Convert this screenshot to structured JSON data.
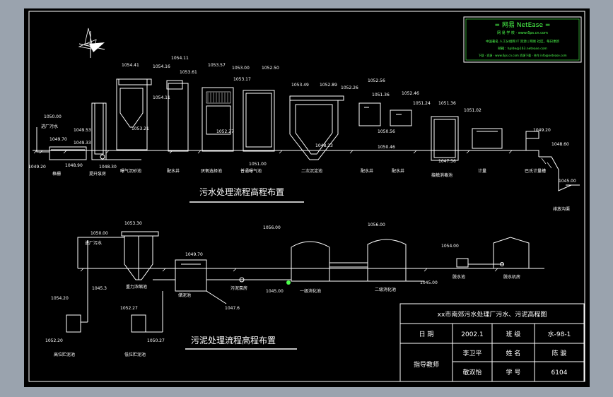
{
  "banner": {
    "title": "=  网易 NetEase  =",
    "line1": "网 易 学 校 · www.6ps.cn.com",
    "line2": "中国著名 人工分组网 IT 资源 | 网易 社区，每日更新",
    "line3": "邮箱：hplde@163.netease.com",
    "line4": "下载 · 资源 · www.6ps.cn.com 资源下载 · 合作 info@netease.com"
  },
  "sewage_section": {
    "caption": "污水处理流程高程布置",
    "elevations": [
      "1050.00",
      "1049.53",
      "1049.70",
      "1049.20",
      "1048.90",
      "1049.33",
      "1048.30",
      "1054.41",
      "1054.16",
      "1053.21",
      "1054.11",
      "1053.61",
      "1054.11",
      "1053.57",
      "1052.27",
      "1053.00",
      "1053.17",
      "1052.50",
      "1051.00",
      "1053.49",
      "1052.89",
      "1048.23",
      "1052.26",
      "1052.56",
      "1051.36",
      "1050.56",
      "1050.46",
      "1052.46",
      "1051.24",
      "1051.36",
      "1047.56",
      "1051.02",
      "1049.20",
      "1048.60",
      "1045.00"
    ],
    "units": [
      "格栅",
      "提升泵房",
      "曝气沉砂池",
      "配水井",
      "厌氧选择池",
      "普通曝气池",
      "二次沉淀池",
      "配水井",
      "配水井",
      "接触消毒池",
      "计量",
      "巴氏计量槽",
      "排放沟渠"
    ],
    "inlet_label": "进厂污水"
  },
  "sludge_section": {
    "caption": "污泥处理流程高程布置",
    "elevations": [
      "1050.00",
      "1053.30",
      "1049.70",
      "1045.3",
      "1047.6",
      "1056.00",
      "1056.00",
      "1045.00",
      "1045.00",
      "1054.00",
      "1054.20",
      "1052.20",
      "1052.27",
      "1050.27"
    ],
    "units": [
      "进厂污水",
      "重力浓缩池",
      "储泥池",
      "污泥泵房",
      "一级消化池",
      "二级消化池",
      "脱水池",
      "脱水机房",
      "高位贮泥池",
      "低位贮泥池"
    ]
  },
  "title_block": {
    "title": "xx市南郊污水处理厂污水、污泥高程图",
    "date_label": "日  期",
    "date_value": "2002.1",
    "class_label": "班  级",
    "class_value": "水-98-1",
    "advisor_label": "指导教师",
    "advisor_1": "李卫平",
    "advisor_2": "敬双怡",
    "name_label": "姓  名",
    "name_value": "陈 骏",
    "id_label": "学  号",
    "id_value": "6104"
  },
  "colors": {
    "background": "#000000",
    "frame": "#ffffff",
    "accent": "#4cff4c",
    "page": "#9aa3ae"
  }
}
